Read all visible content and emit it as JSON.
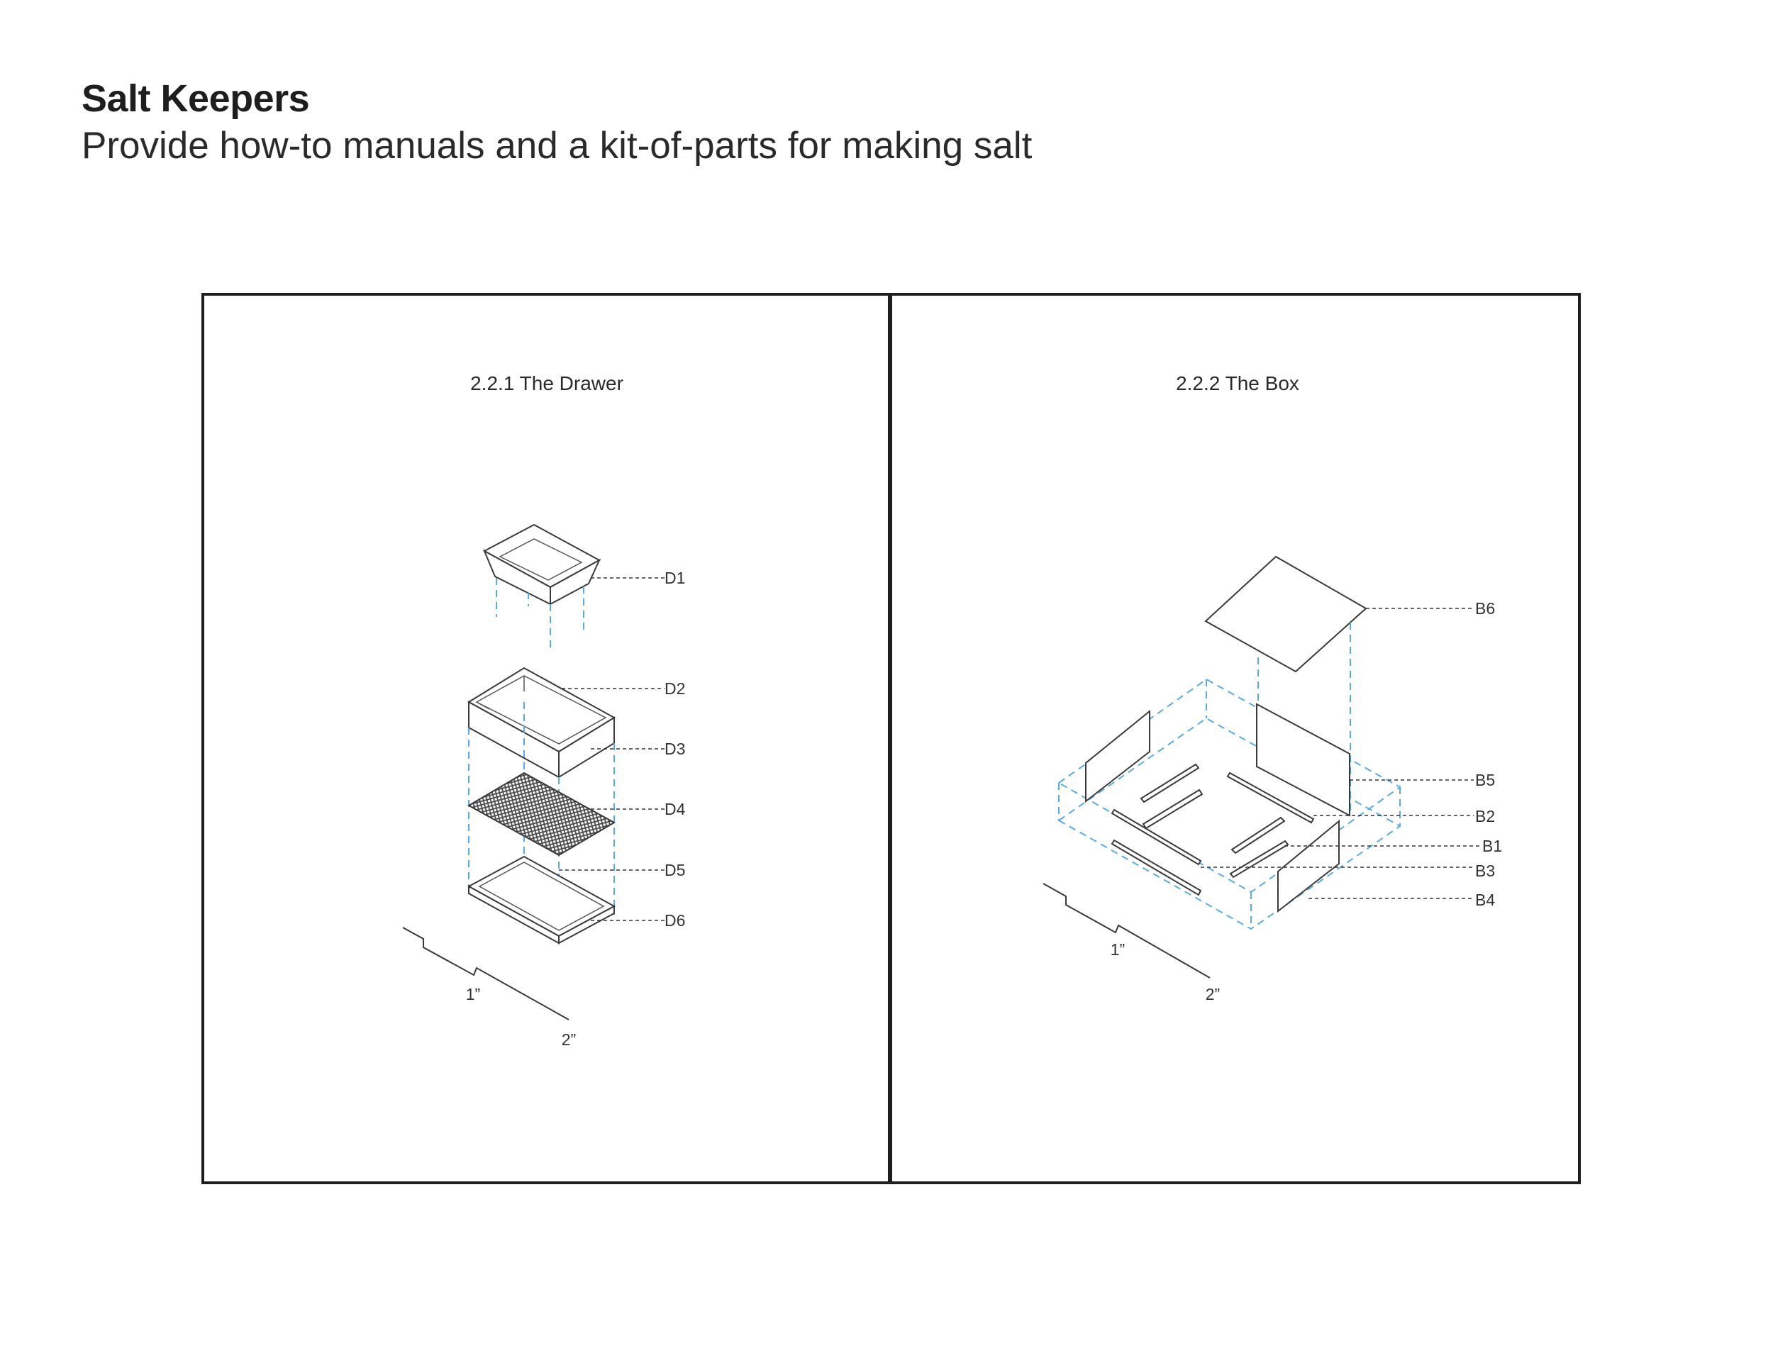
{
  "header": {
    "title": "Salt Keepers",
    "subtitle": "Provide how-to manuals and a kit-of-parts for making salt"
  },
  "panels": [
    {
      "title": "2.2.1 The Drawer",
      "labels": [
        "D1",
        "D2",
        "D3",
        "D4",
        "D5",
        "D6"
      ],
      "scale": [
        "1”",
        "2”"
      ]
    },
    {
      "title": "2.2.2 The Box",
      "labels": [
        "B6",
        "B5",
        "B2",
        "B1",
        "B3",
        "B4"
      ],
      "scale": [
        "1”",
        "2”"
      ]
    }
  ],
  "colors": {
    "ink": "#1e1e1e",
    "projection_lines": "#5aaae8",
    "mesh": "#4a4a4a"
  }
}
